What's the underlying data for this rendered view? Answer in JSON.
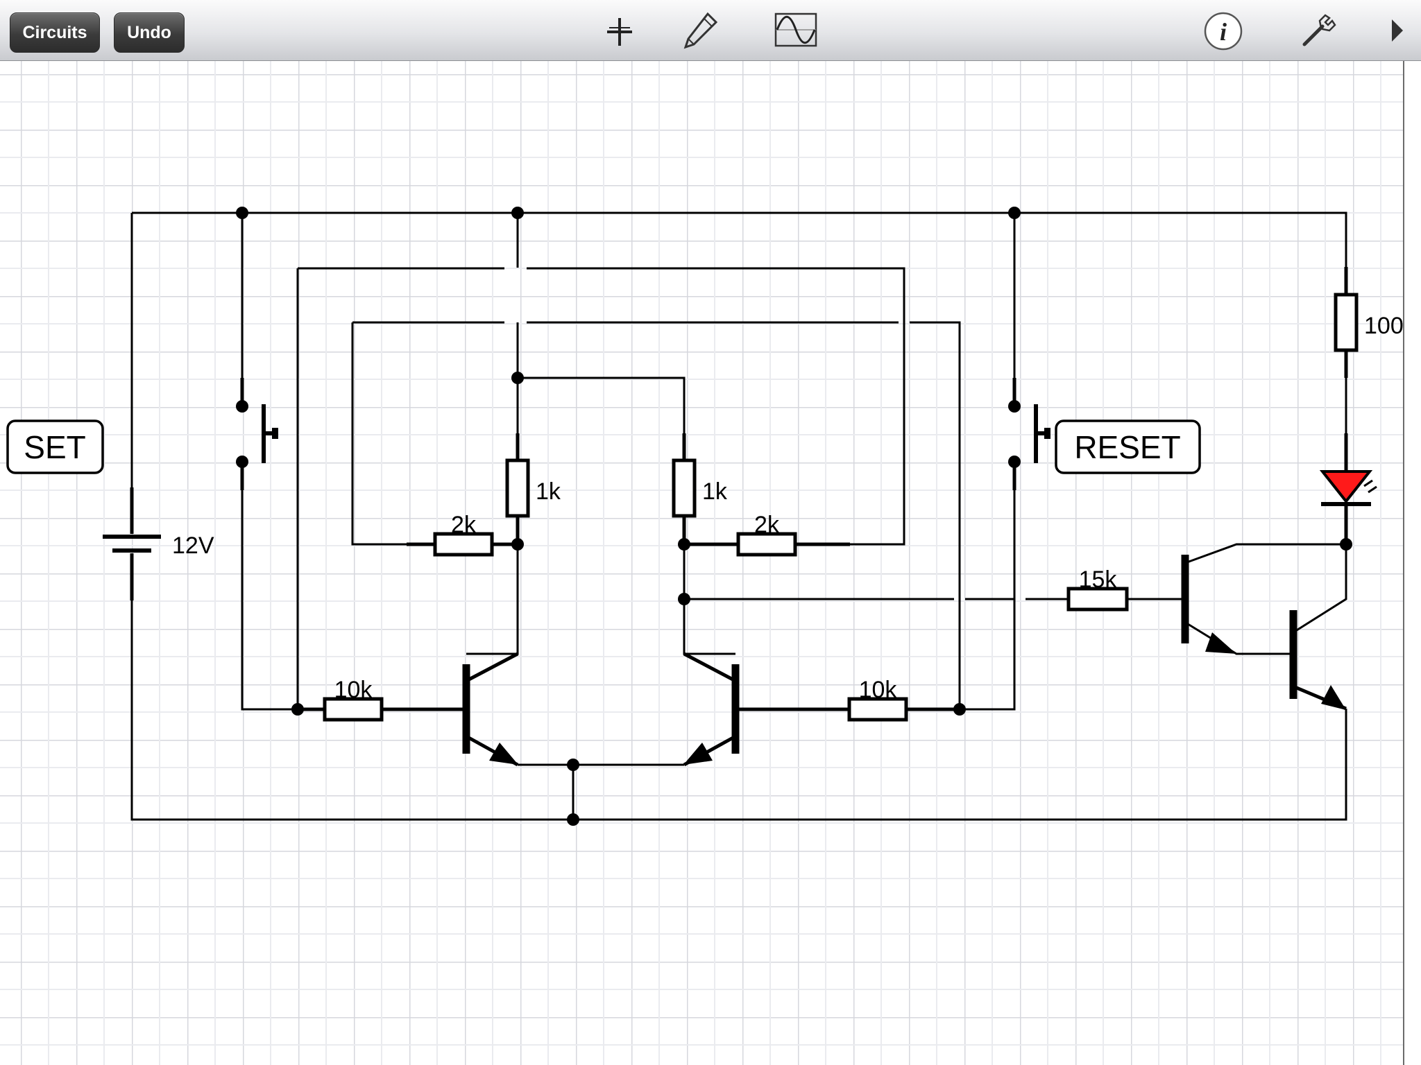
{
  "toolbar": {
    "circuits_label": "Circuits",
    "undo_label": "Undo",
    "tools": [
      "add-component-icon",
      "pencil-icon",
      "oscilloscope-icon",
      "info-icon",
      "wrench-icon",
      "play-icon"
    ],
    "info_glyph": "i"
  },
  "schematic": {
    "set_label": "SET",
    "reset_label": "RESET",
    "battery_voltage": "12V",
    "r_collector_left": "1k",
    "r_collector_right": "1k",
    "r_feedback_left": "2k",
    "r_feedback_right": "2k",
    "r_base_left": "10k",
    "r_base_right": "10k",
    "r_driver_base": "15k",
    "r_led": "100",
    "led_color": "#ff1a1a"
  }
}
